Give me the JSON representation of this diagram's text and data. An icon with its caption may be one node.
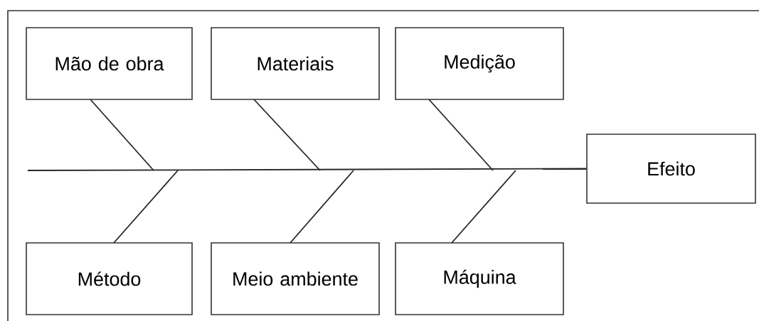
{
  "diagram": {
    "nodes": [
      {
        "text": [
          "Mão de obra"
        ]
      },
      {
        "text": [
          "Materiais"
        ]
      },
      {
        "text": [
          "Medição"
        ]
      },
      {
        "text": [
          "Método"
        ]
      },
      {
        "text": [
          "Meio ambiente"
        ]
      },
      {
        "text": [
          "Máquina"
        ]
      },
      {
        "text": [
          "Efeito"
        ]
      }
    ],
    "edges": [
      {
        "from": null,
        "to": 6,
        "arrow": "none"
      },
      {
        "from": 0,
        "to": null,
        "arrow": "none"
      },
      {
        "from": 1,
        "to": null,
        "arrow": "none"
      },
      {
        "from": 2,
        "to": null,
        "arrow": "none"
      },
      {
        "from": 3,
        "to": null,
        "arrow": "none"
      },
      {
        "from": 4,
        "to": null,
        "arrow": "none"
      },
      {
        "from": 5,
        "to": null,
        "arrow": "none"
      }
    ]
  }
}
